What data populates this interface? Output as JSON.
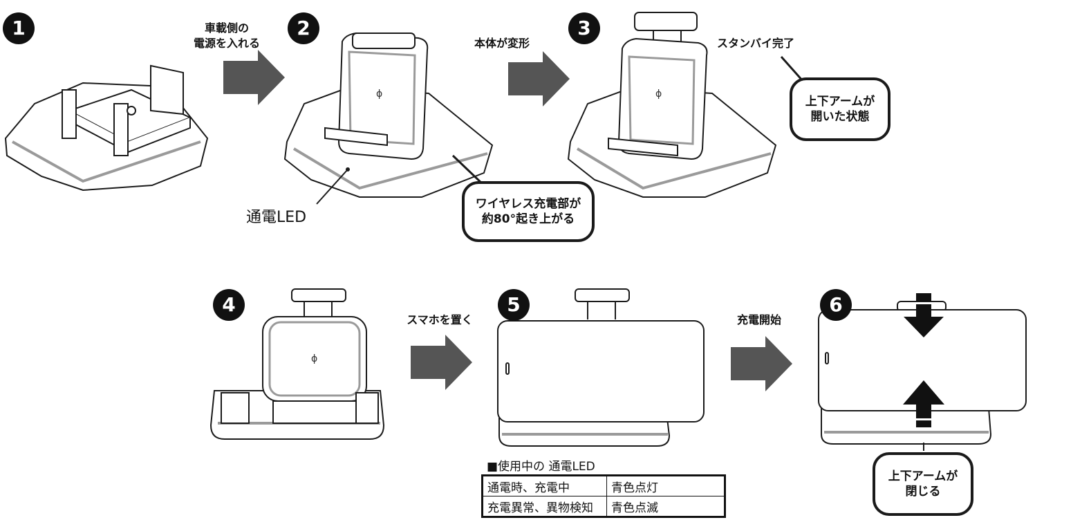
{
  "steps": [
    {
      "number": "1"
    },
    {
      "number": "2"
    },
    {
      "number": "3"
    },
    {
      "number": "4"
    },
    {
      "number": "5"
    },
    {
      "number": "6"
    }
  ],
  "labels": {
    "step1_action_line1": "車載側の",
    "step1_action_line2": "電源を入れる",
    "step2_action": "本体が変形",
    "step3_action": "スタンバイ完了",
    "step4_action": "スマホを置く",
    "step5_action": "充電開始",
    "power_led": "通電LED"
  },
  "callouts": {
    "wireless_line1": "ワイヤレス充電部が",
    "wireless_line2": "約80°起き上がる",
    "arms_open_line1": "上下アームが",
    "arms_open_line2": "開いた状態",
    "arms_close_line1": "上下アームが",
    "arms_close_line2": "閉じる"
  },
  "led_table": {
    "title": "■使用中の 通電LED",
    "rows": [
      {
        "state": "通電時、充電中",
        "indication": "青色点灯"
      },
      {
        "state": "充電異常、異物検知",
        "indication": "青色点滅"
      }
    ]
  },
  "icons": {
    "qi": "qi-logo-icon",
    "arrow": "right-arrow-icon"
  },
  "colors": {
    "arrow": "#555555",
    "outline": "#1a1a1a",
    "accent_ring": "#9a9a9a"
  }
}
